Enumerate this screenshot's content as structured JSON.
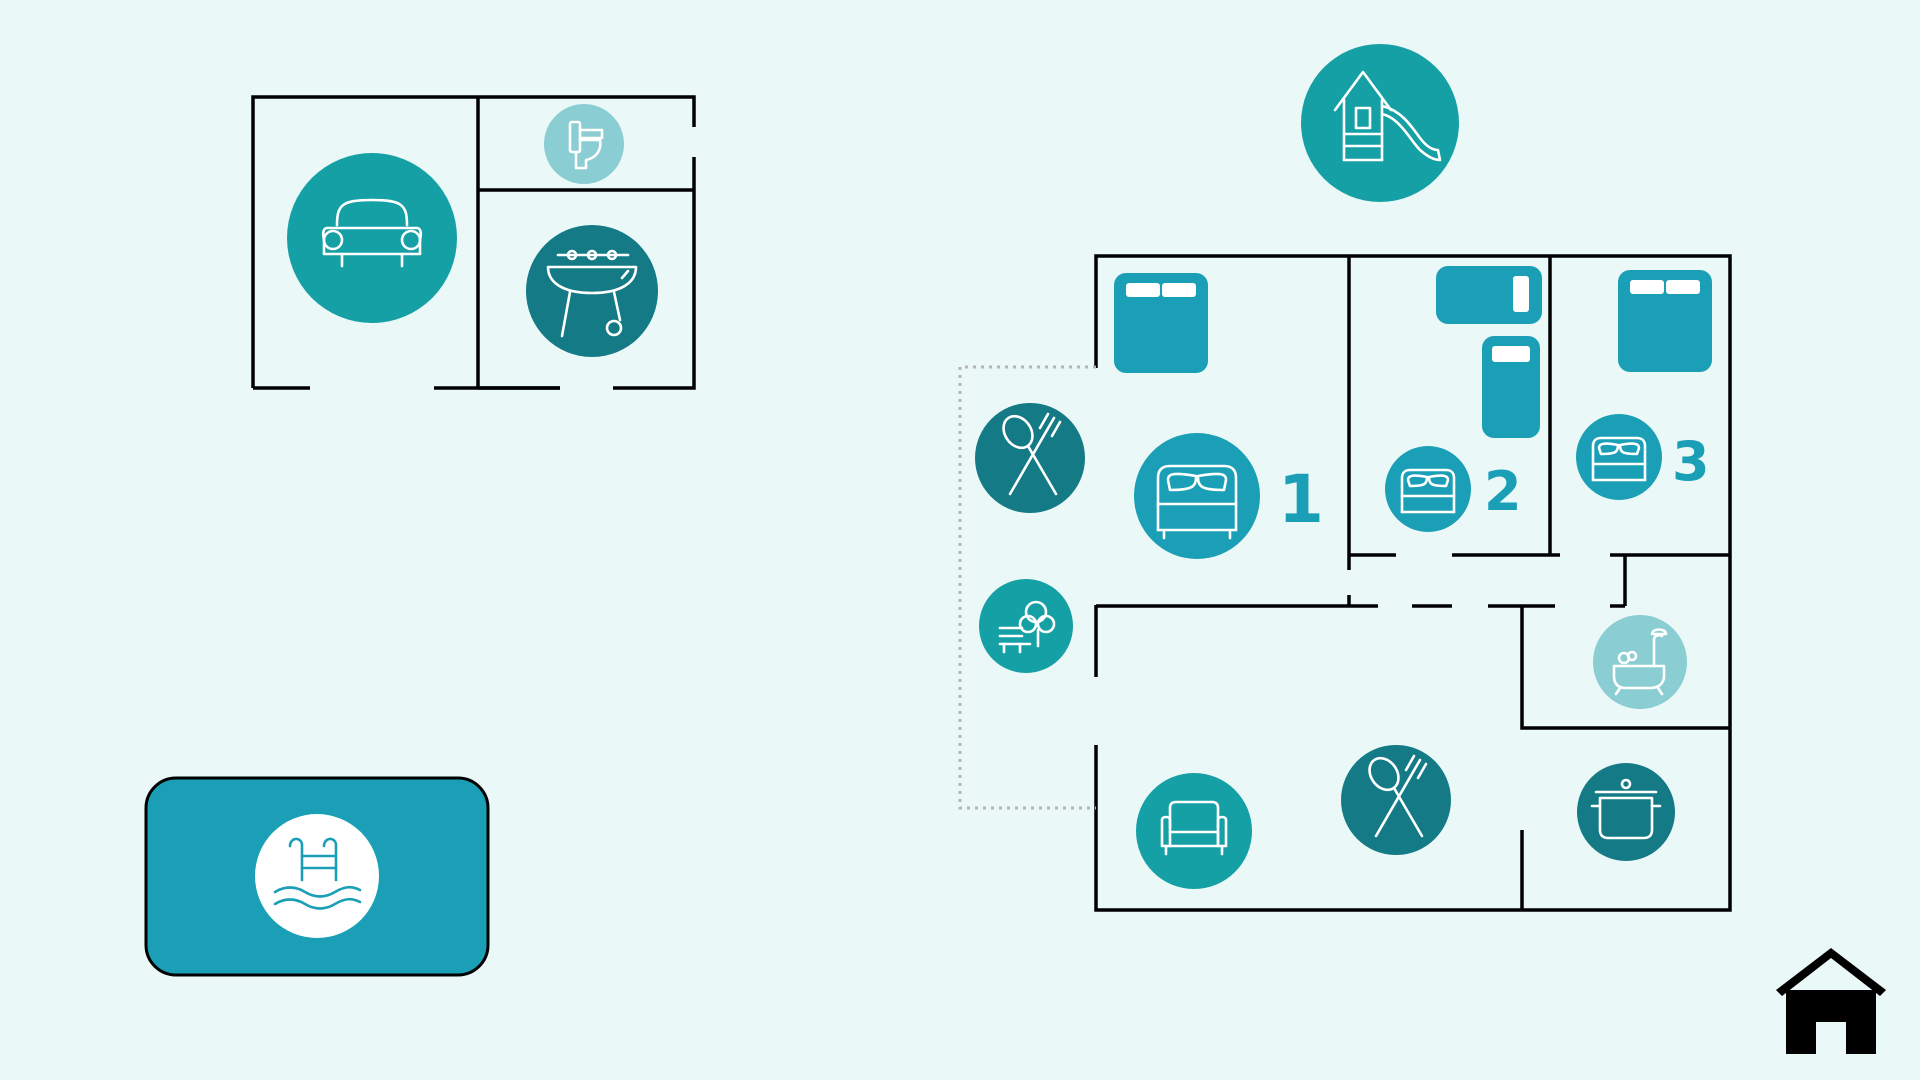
{
  "colors": {
    "background": "#eaf8f8",
    "teal": "#1a9fb6",
    "teal_mid": "#15a0a5",
    "teal_dark": "#137a86",
    "teal_light": "#8acdd3",
    "wall": "#000000",
    "path_dotted": "#b5b5b5"
  },
  "rooms": {
    "bedroom_1": {
      "label": "1"
    },
    "bedroom_2": {
      "label": "2"
    },
    "bedroom_3": {
      "label": "3"
    }
  },
  "icons": {
    "garage": "car-icon",
    "outdoor_toilet": "toilet-icon",
    "barbecue": "barbecue-icon",
    "playground": "playhouse-slide-icon",
    "outdoor_dining": "dining-utensils-icon",
    "garden": "garden-bench-icon",
    "pool": "swimming-pool-icon",
    "bedroom_1": "double-bed-icon",
    "bedroom_2": "double-bed-icon",
    "bedroom_3": "double-bed-icon",
    "bathroom": "bathtub-shower-icon",
    "living_room": "armchair-icon",
    "dining": "dining-utensils-icon",
    "kitchen": "cooking-pot-icon",
    "home": "home-icon"
  }
}
